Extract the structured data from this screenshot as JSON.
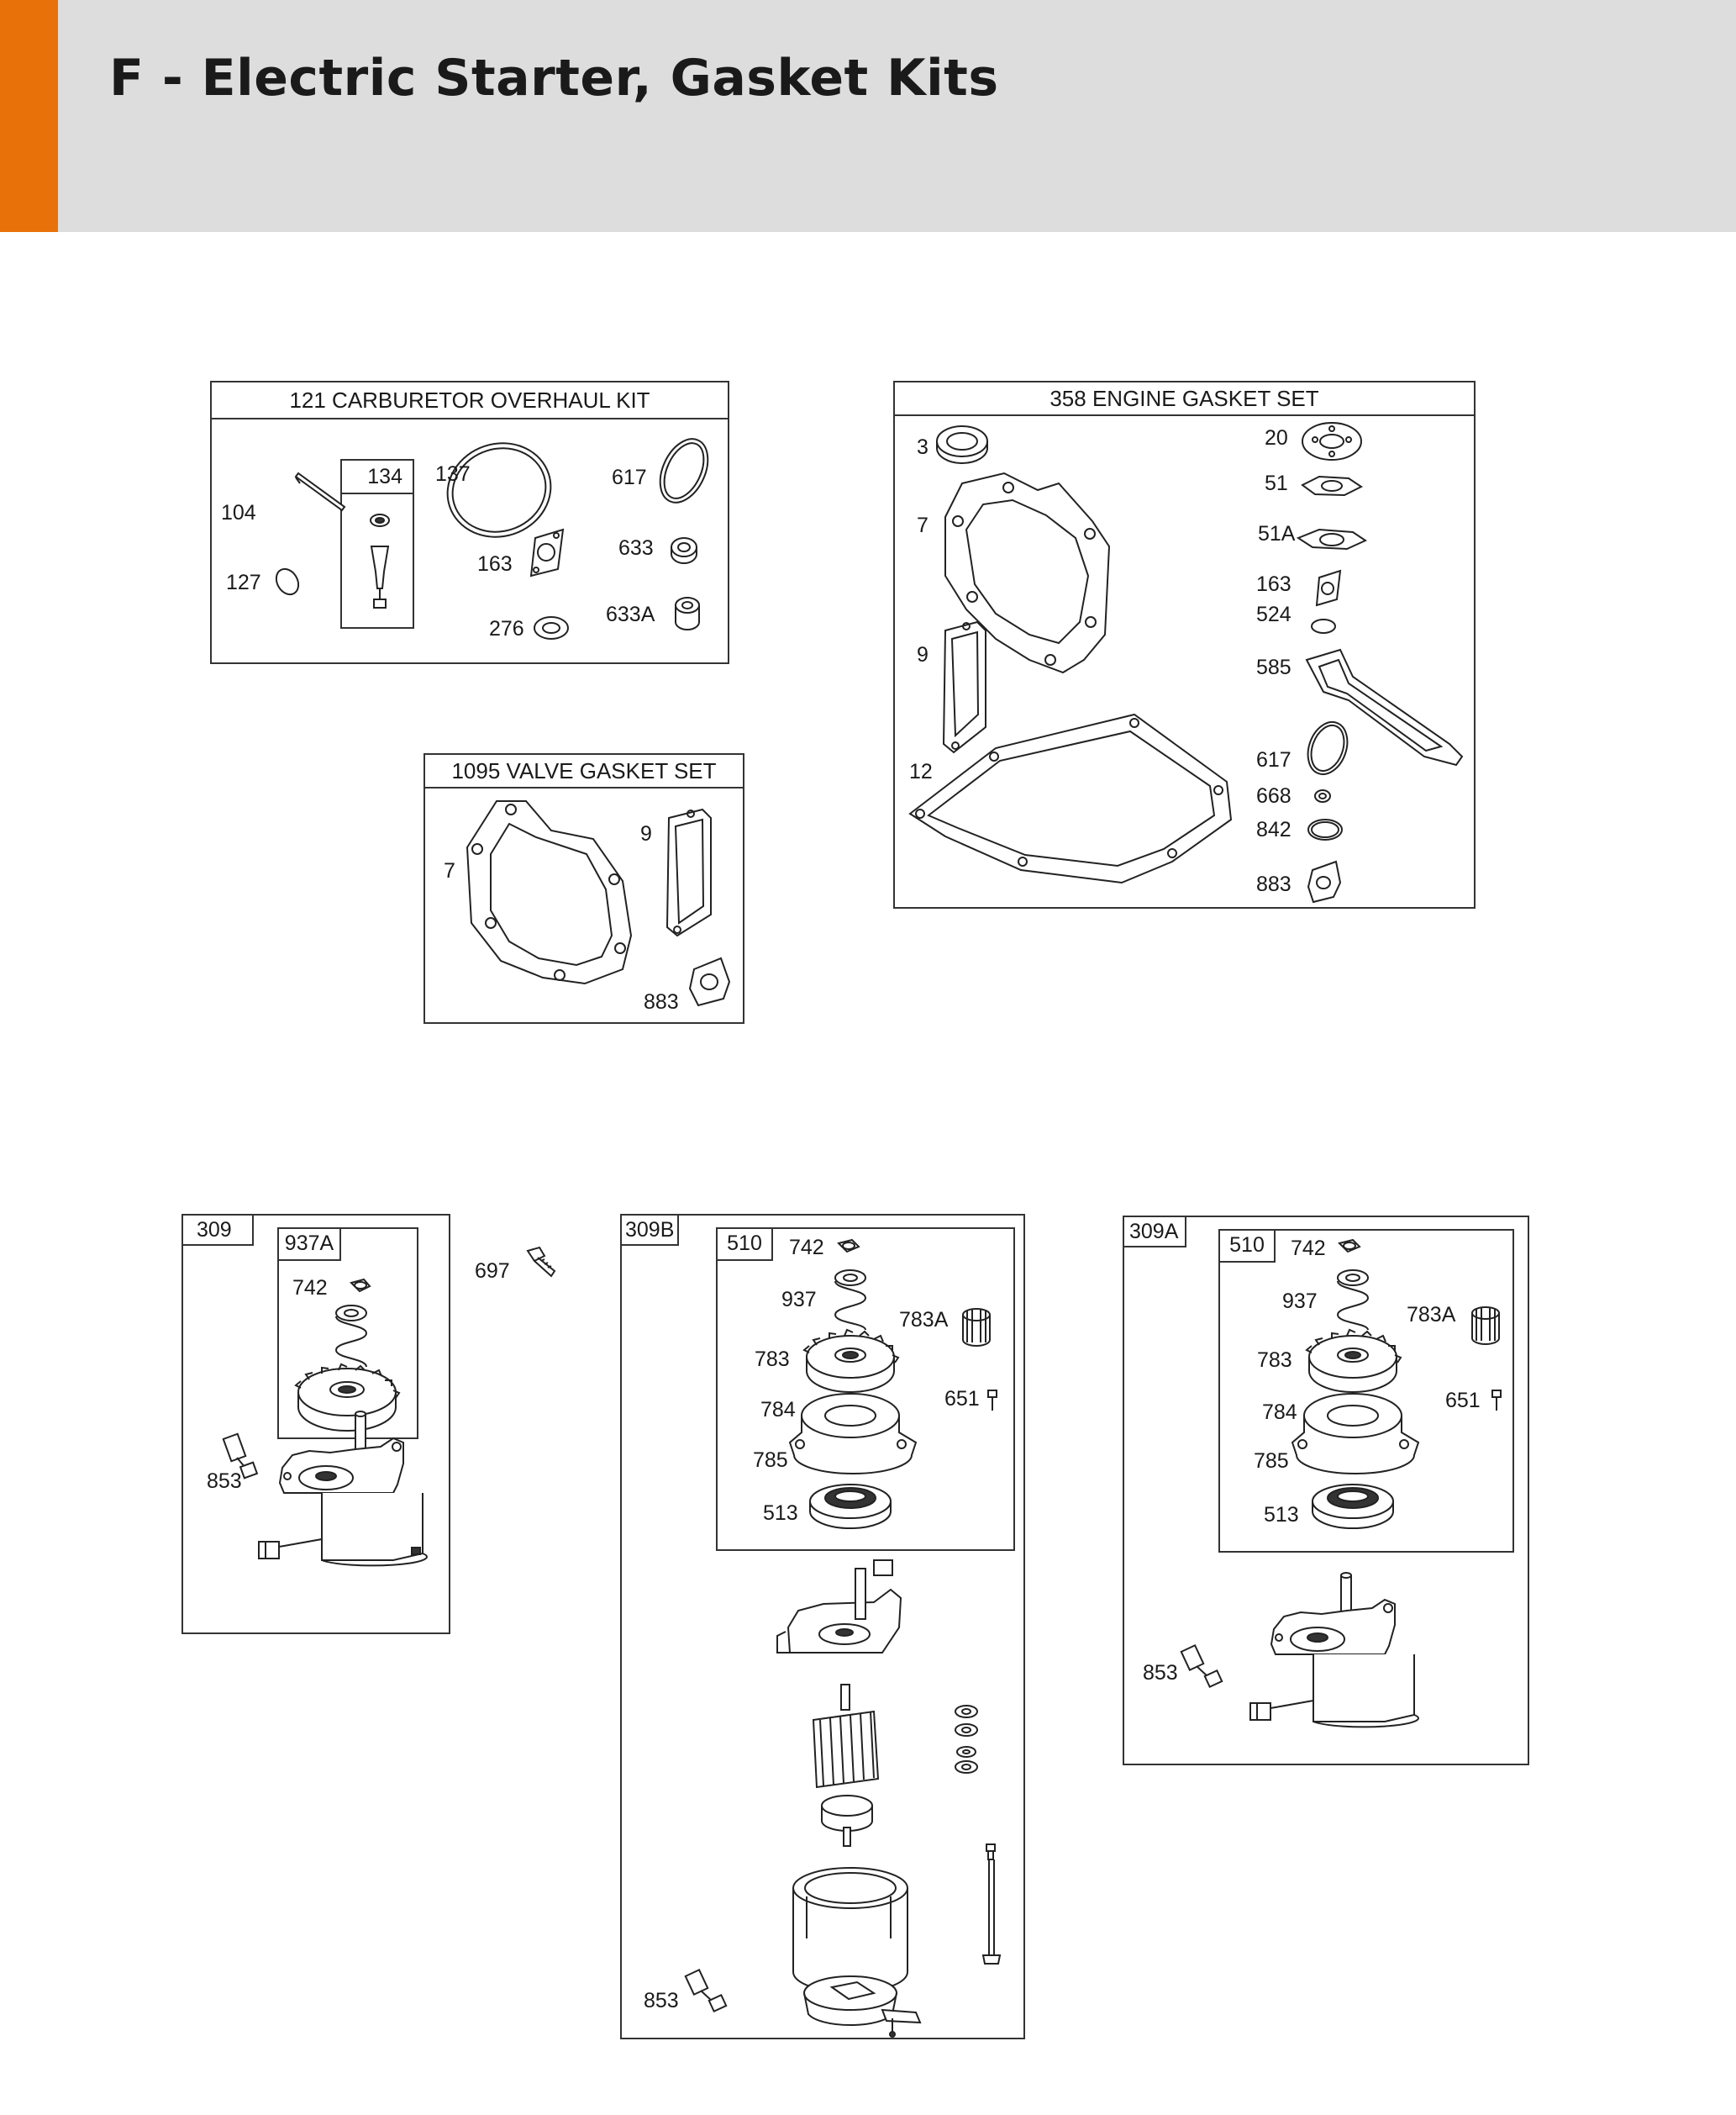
{
  "page": {
    "title": "F - Electric Starter, Gasket Kits",
    "accent_color": "#e8710a",
    "header_bg": "#dcdddc"
  },
  "carb_kit": {
    "header": "121 CARBURETOR OVERHAUL KIT",
    "subkit": "134",
    "labels": {
      "p104": "104",
      "p127": "127",
      "p137": "137",
      "p163": "163",
      "p276": "276",
      "p617": "617",
      "p633": "633",
      "p633a": "633A"
    }
  },
  "engine_gasket": {
    "header": "358 ENGINE GASKET SET",
    "labels": {
      "p3": "3",
      "p7": "7",
      "p9": "9",
      "p12": "12",
      "p20": "20",
      "p51": "51",
      "p51a": "51A",
      "p163": "163",
      "p524": "524",
      "p585": "585",
      "p617": "617",
      "p668": "668",
      "p842": "842",
      "p883": "883"
    }
  },
  "valve_gasket": {
    "header": "1095 VALVE GASKET SET",
    "labels": {
      "p7": "7",
      "p9": "9",
      "p883": "883"
    }
  },
  "starter_309": {
    "tag": "309",
    "subkit": "937A",
    "labels": {
      "p742": "742",
      "p853": "853"
    }
  },
  "loose": {
    "p697": "697"
  },
  "starter_309b": {
    "tag": "309B",
    "subkit": "510",
    "labels": {
      "p742": "742",
      "p937": "937",
      "p783a": "783A",
      "p783": "783",
      "p651": "651",
      "p784": "784",
      "p785": "785",
      "p513": "513",
      "p853": "853"
    }
  },
  "starter_309a": {
    "tag": "309A",
    "subkit": "510",
    "labels": {
      "p742": "742",
      "p937": "937",
      "p783a": "783A",
      "p783": "783",
      "p651": "651",
      "p784": "784",
      "p785": "785",
      "p513": "513",
      "p853": "853"
    }
  }
}
